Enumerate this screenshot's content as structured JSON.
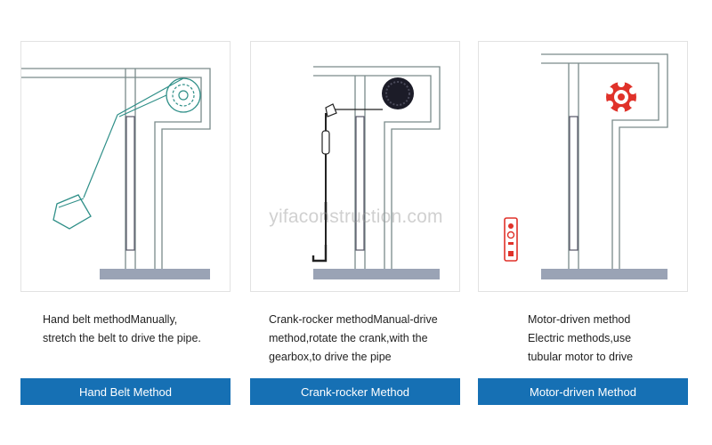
{
  "watermark": "yifaconstruction.com",
  "colors": {
    "band": "#1670b4",
    "line": "#7a8a8a",
    "belt": "#2f8f88",
    "hand_crank": "#222222",
    "motor_red": "#e0322a",
    "floor": "#9aa3b5"
  },
  "methods": [
    {
      "id": "hand-belt",
      "description_lines": [
        "Hand belt methodManually,",
        "stretch the belt to drive the pipe."
      ],
      "button_label": "Hand Belt Method"
    },
    {
      "id": "crank-rocker",
      "description_lines": [
        "Crank-rocker methodManual-drive",
        "method,rotate the crank,with the",
        "gearbox,to drive the pipe"
      ],
      "button_label": "Crank-rocker Method"
    },
    {
      "id": "motor-driven",
      "description_lines": [
        "Motor-driven method",
        "Electric methods,use",
        "tubular motor to drive"
      ],
      "button_label": "Motor-driven Method"
    }
  ]
}
